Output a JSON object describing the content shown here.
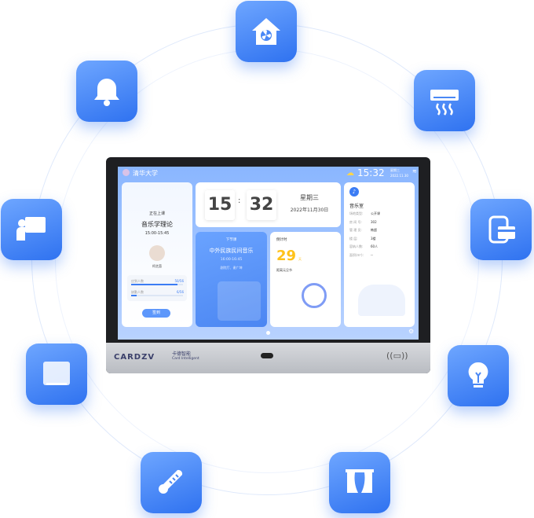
{
  "feature_icons": [
    "house-fan-icon",
    "bell-icon",
    "air-conditioner-icon",
    "teacher-board-icon",
    "card-reader-icon",
    "monitor-icon",
    "light-bulb-icon",
    "thermometer-icon",
    "curtain-icon"
  ],
  "accent": "#3b7cf4",
  "screen": {
    "school": "清华大学",
    "time": "15:32",
    "weekday_small": "星期三",
    "date_small": "2022.11.30",
    "current": {
      "status": "正在上课",
      "course": "音乐学理论",
      "time": "15:00-15:45",
      "teacher": "柯芝茵",
      "stats": [
        {
          "label": "应到人数",
          "value": "50/56",
          "fraction": 0.89
        },
        {
          "label": "缺勤人数",
          "value": "6/56",
          "fraction": 0.11
        }
      ],
      "checkin": "签到"
    },
    "clock": {
      "hour": "15",
      "minute": "32",
      "weekday": "星期三",
      "date": "2022年11月30日"
    },
    "next": {
      "title": "下节课",
      "course": "中外民族民间音乐",
      "time": "16:00-16:45",
      "location": "剧院厅、谢广坤"
    },
    "countdown": {
      "title": "倒计时",
      "days": "29",
      "unit": "天",
      "event": "距离元旦节"
    },
    "room": {
      "name": "音乐室",
      "fields": [
        {
          "label": "场地类型:",
          "value": "公开课"
        },
        {
          "label": "房 间 号:",
          "value": "302"
        },
        {
          "label": "管 理 员:",
          "value": "韩超"
        },
        {
          "label": "楼    层:",
          "value": "3楼"
        },
        {
          "label": "容纳人数:",
          "value": "60人"
        },
        {
          "label": "面积(m²):",
          "value": "--"
        }
      ]
    }
  },
  "brand": {
    "name": "CARDZV",
    "cn": "卡德智能",
    "en": "Card Intelligent"
  }
}
